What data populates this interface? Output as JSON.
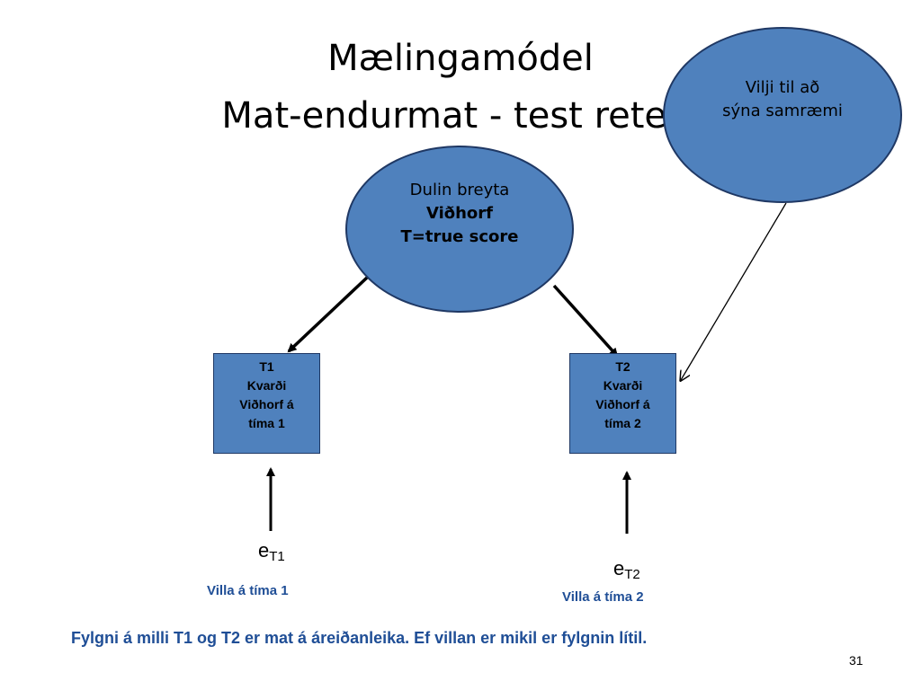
{
  "title": {
    "line1": "Mælingamódel",
    "line2": "Mat-endurmat - test retest"
  },
  "latent": {
    "line1": "Dulin breyta",
    "line2": "Viðhorf",
    "line3": "T=true score"
  },
  "willingness": {
    "line1": "Vilji til að",
    "line2": "sýna samræmi"
  },
  "box1": {
    "line1": "T1",
    "line2": "Kvarði",
    "line3": "Viðhorf á",
    "line4": "tíma 1"
  },
  "box2": {
    "line1": "T2",
    "line2": "Kvarði",
    "line3": "Viðhorf á",
    "line4": "tíma 2"
  },
  "error1": {
    "base": "e",
    "sub": "T1",
    "caption": "Villa á tíma 1"
  },
  "error2": {
    "base": "e",
    "sub": "T2",
    "caption": "Villa á tíma 2"
  },
  "footer": "Fylgni á milli T1 og T2 er mat á áreiðanleika. Ef villan er mikil er fylgnin lítil.",
  "page_number": "31",
  "colors": {
    "node_fill": "#4f81bd",
    "node_border": "#1f3864",
    "caption_text": "#1f4e96"
  }
}
